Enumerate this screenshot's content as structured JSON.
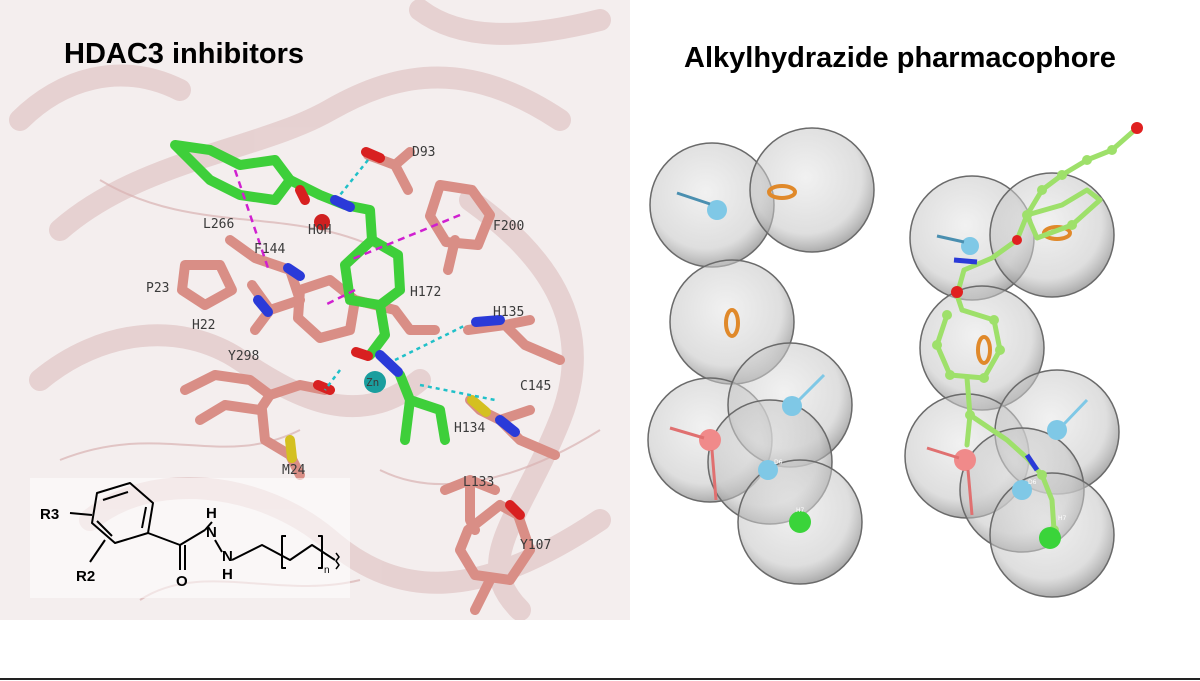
{
  "left_panel": {
    "title": "HDAC3 inhibitors",
    "residue_labels": [
      "D93",
      "L266",
      "HOH",
      "F200",
      "F144",
      "P23",
      "H172",
      "H22",
      "H135",
      "Y298",
      "Zn",
      "C145",
      "H134",
      "M24",
      "L133",
      "Y107"
    ],
    "structure": {
      "substituent_r3": "R3",
      "substituent_r2": "R2",
      "nitrogen_upper": "N",
      "hydrogen_upper": "H",
      "nitrogen_lower": "N",
      "hydrogen_lower": "H",
      "oxygen": "O",
      "repeat_index": "n"
    },
    "colors": {
      "protein": "#d98e86",
      "ligand": "#3ecf3a",
      "zinc": "#1a9e9e",
      "pi_interaction": "#d020d0",
      "h_bond": "#20c0c8"
    }
  },
  "right_panel": {
    "title": "Alkylhydrazide pharmacophore",
    "feature_labels_left": [
      "D6",
      "H7"
    ],
    "feature_labels_right": [
      "D6",
      "H7"
    ],
    "colors": {
      "sphere": "#9a9a9a",
      "aromatic_ring": "#e0892a",
      "donor": "#7fc8e6",
      "acceptor": "#f08a8a",
      "hydrophobe": "#3ad43a",
      "ligand": "#9ee06a"
    }
  }
}
